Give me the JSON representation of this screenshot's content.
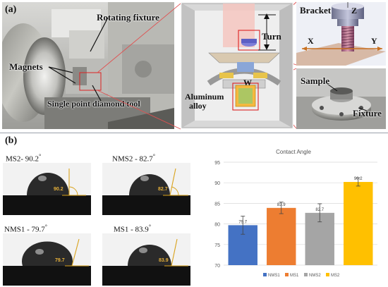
{
  "panel_a": {
    "label": "(a)",
    "photo_labels": {
      "rotating_fixture": "Rotating fixture",
      "magnets": "Magnets",
      "diamond_tool": "Single point diamond tool"
    },
    "schematic_labels": {
      "turn": "Turn",
      "w": "W",
      "aluminum_alloy_1": "Aluminum",
      "aluminum_alloy_2": "alloy"
    },
    "bracket_labels": {
      "bracket": "Bracket",
      "z": "Z",
      "x": "X",
      "y": "Y"
    },
    "sample_labels": {
      "sample": "Sample",
      "fixture": "Fixture"
    }
  },
  "panel_b": {
    "label": "(b)",
    "droplets": [
      {
        "label": "MS2- 90.2",
        "angle_text": "90.2"
      },
      {
        "label": "NMS2 - 82.7",
        "angle_text": "82.7"
      },
      {
        "label": "NMS1 - 79.7",
        "angle_text": "79.7"
      },
      {
        "label": "MS1 - 83.9",
        "angle_text": "83.9"
      }
    ],
    "degree_mark": "°"
  },
  "chart_data": {
    "type": "bar",
    "title": "Contact Angle",
    "categories": [
      "NMS1",
      "MS1",
      "NMS2",
      "MS2"
    ],
    "values": [
      79.7,
      83.9,
      82.7,
      90.2
    ],
    "errors": [
      2.2,
      1.4,
      2.2,
      1.0
    ],
    "colors": [
      "#4472C4",
      "#ED7D31",
      "#A5A5A5",
      "#FFC000"
    ],
    "ylim": [
      70,
      95
    ],
    "yticks": [
      70,
      75,
      80,
      85,
      90,
      95
    ],
    "grid": true,
    "legend": "bottom"
  }
}
